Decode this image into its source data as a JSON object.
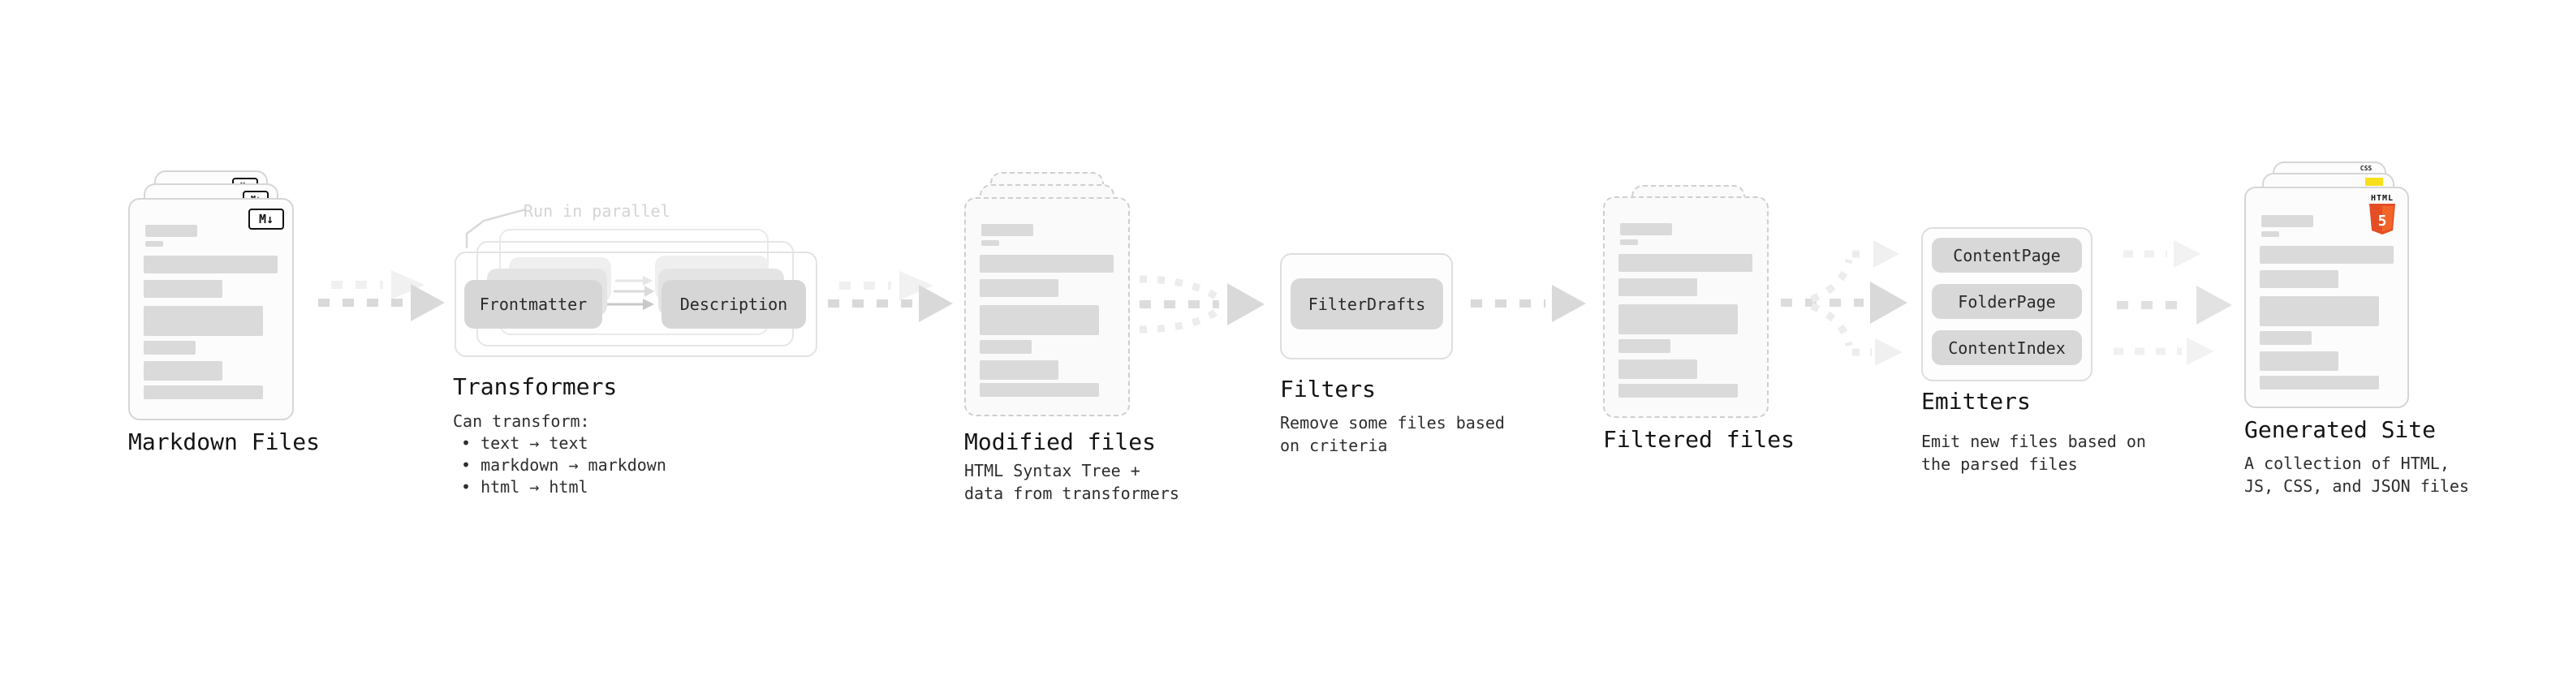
{
  "nodes": {
    "markdown_files": {
      "title": "Markdown Files",
      "badge": "M↓"
    },
    "transformers": {
      "title": "Transformers",
      "annotation": "Run in parallel",
      "pill_left": "Frontmatter",
      "pill_right": "Description",
      "heading": "Can transform:",
      "bullets": [
        "• text → text",
        "• markdown → markdown",
        "• html → html"
      ]
    },
    "modified_files": {
      "title": "Modified files",
      "subtitle": "HTML Syntax Tree +\ndata from transformers"
    },
    "filters": {
      "title": "Filters",
      "pill": "FilterDrafts",
      "subtitle": "Remove some files based\non criteria"
    },
    "filtered_files": {
      "title": "Filtered files"
    },
    "emitters": {
      "title": "Emitters",
      "pills": [
        "ContentPage",
        "FolderPage",
        "ContentIndex"
      ],
      "subtitle": "Emit new files based on\nthe parsed files"
    },
    "generated_site": {
      "title": "Generated Site",
      "subtitle": "A collection of HTML,\nJS, CSS, and JSON files",
      "css_badge": "CSS",
      "html_badge_label": "HTML",
      "html_badge_number": "5"
    }
  },
  "colors": {
    "html5_orange": "#e44d26",
    "html5_orange_light": "#f16529",
    "css_blue": "#2965f1",
    "js_yellow": "#f7df1e",
    "bar_gray": "#dadada",
    "arrow_gray": "#d9d9d9"
  }
}
